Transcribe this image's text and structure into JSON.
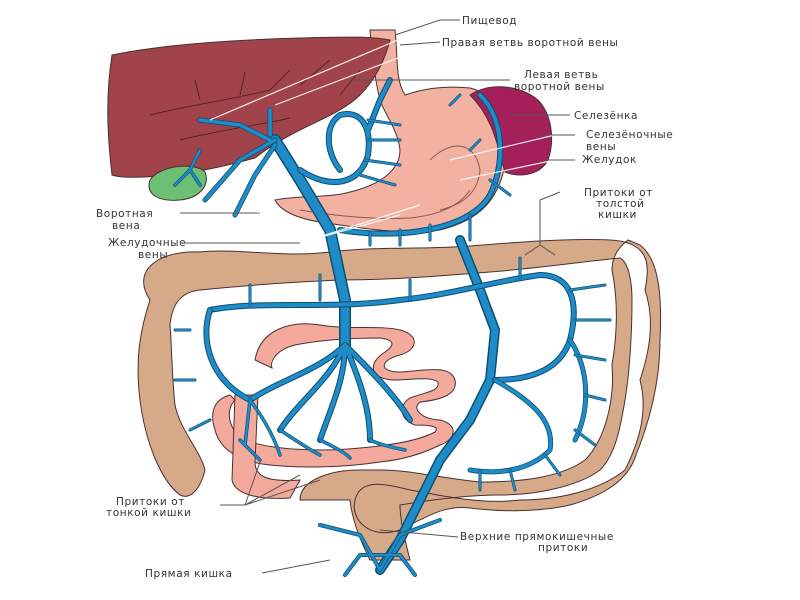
{
  "title": "Система воротной вены",
  "colors": {
    "liver": "#a0434a",
    "gallbladder": "#6dbf73",
    "spleen": "#a3205a",
    "stomach": "#f3b2a1",
    "small_intestine": "#f3aa9c",
    "colon": "#d6aa88",
    "veins": "#1f8bc7",
    "text": "#333333"
  },
  "labels": {
    "esophagus": "Пищевод",
    "right_branch": "Правая ветвь воротной вены",
    "left_branch_1": "Левая ветвь",
    "left_branch_2": "воротной вены",
    "spleen": "Селезёнка",
    "splenic_veins_1": "Селезёночные",
    "splenic_veins_2": "вены",
    "stomach": "Желудок",
    "colon_tributaries_1": "Притоки от",
    "colon_tributaries_2": "толстой",
    "colon_tributaries_3": "кишки",
    "portal_vein_1": "Воротная",
    "portal_vein_2": "вена",
    "gastric_veins_1": "Желудочные",
    "gastric_veins_2": "вены",
    "small_int_tributaries_1": "Притоки от",
    "small_int_tributaries_2": "тонкой кишки",
    "rectum": "Прямая кишка",
    "rectal_tributaries_1": "Верхние прямокишечные",
    "rectal_tributaries_2": "притоки"
  }
}
